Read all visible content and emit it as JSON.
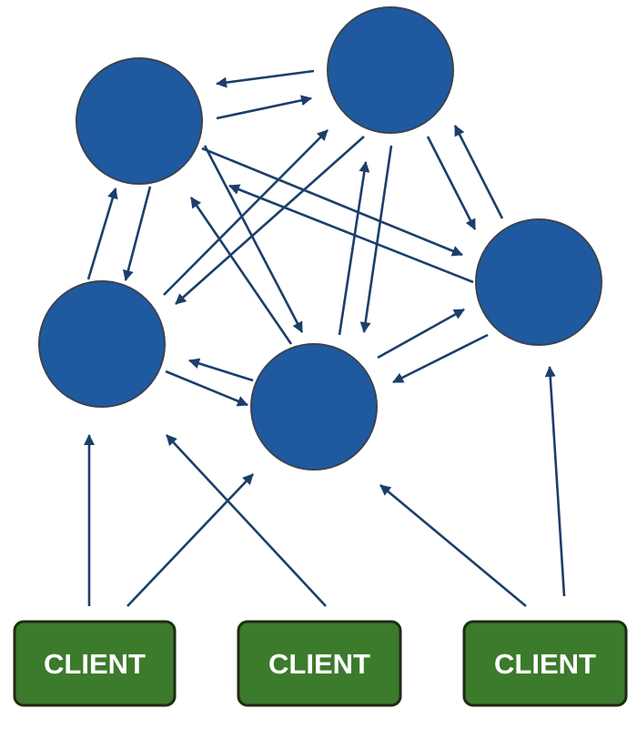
{
  "colors": {
    "node_fill": "#1f5aa0",
    "node_stroke": "#3a4450",
    "arrow": "#1b3f6a",
    "client_fill": "#3c7a2c",
    "client_stroke": "#1f2a14",
    "client_text": "#ffffff"
  },
  "clients": [
    {
      "label": "CLIENT"
    },
    {
      "label": "CLIENT"
    },
    {
      "label": "CLIENT"
    }
  ],
  "node_count": 5
}
